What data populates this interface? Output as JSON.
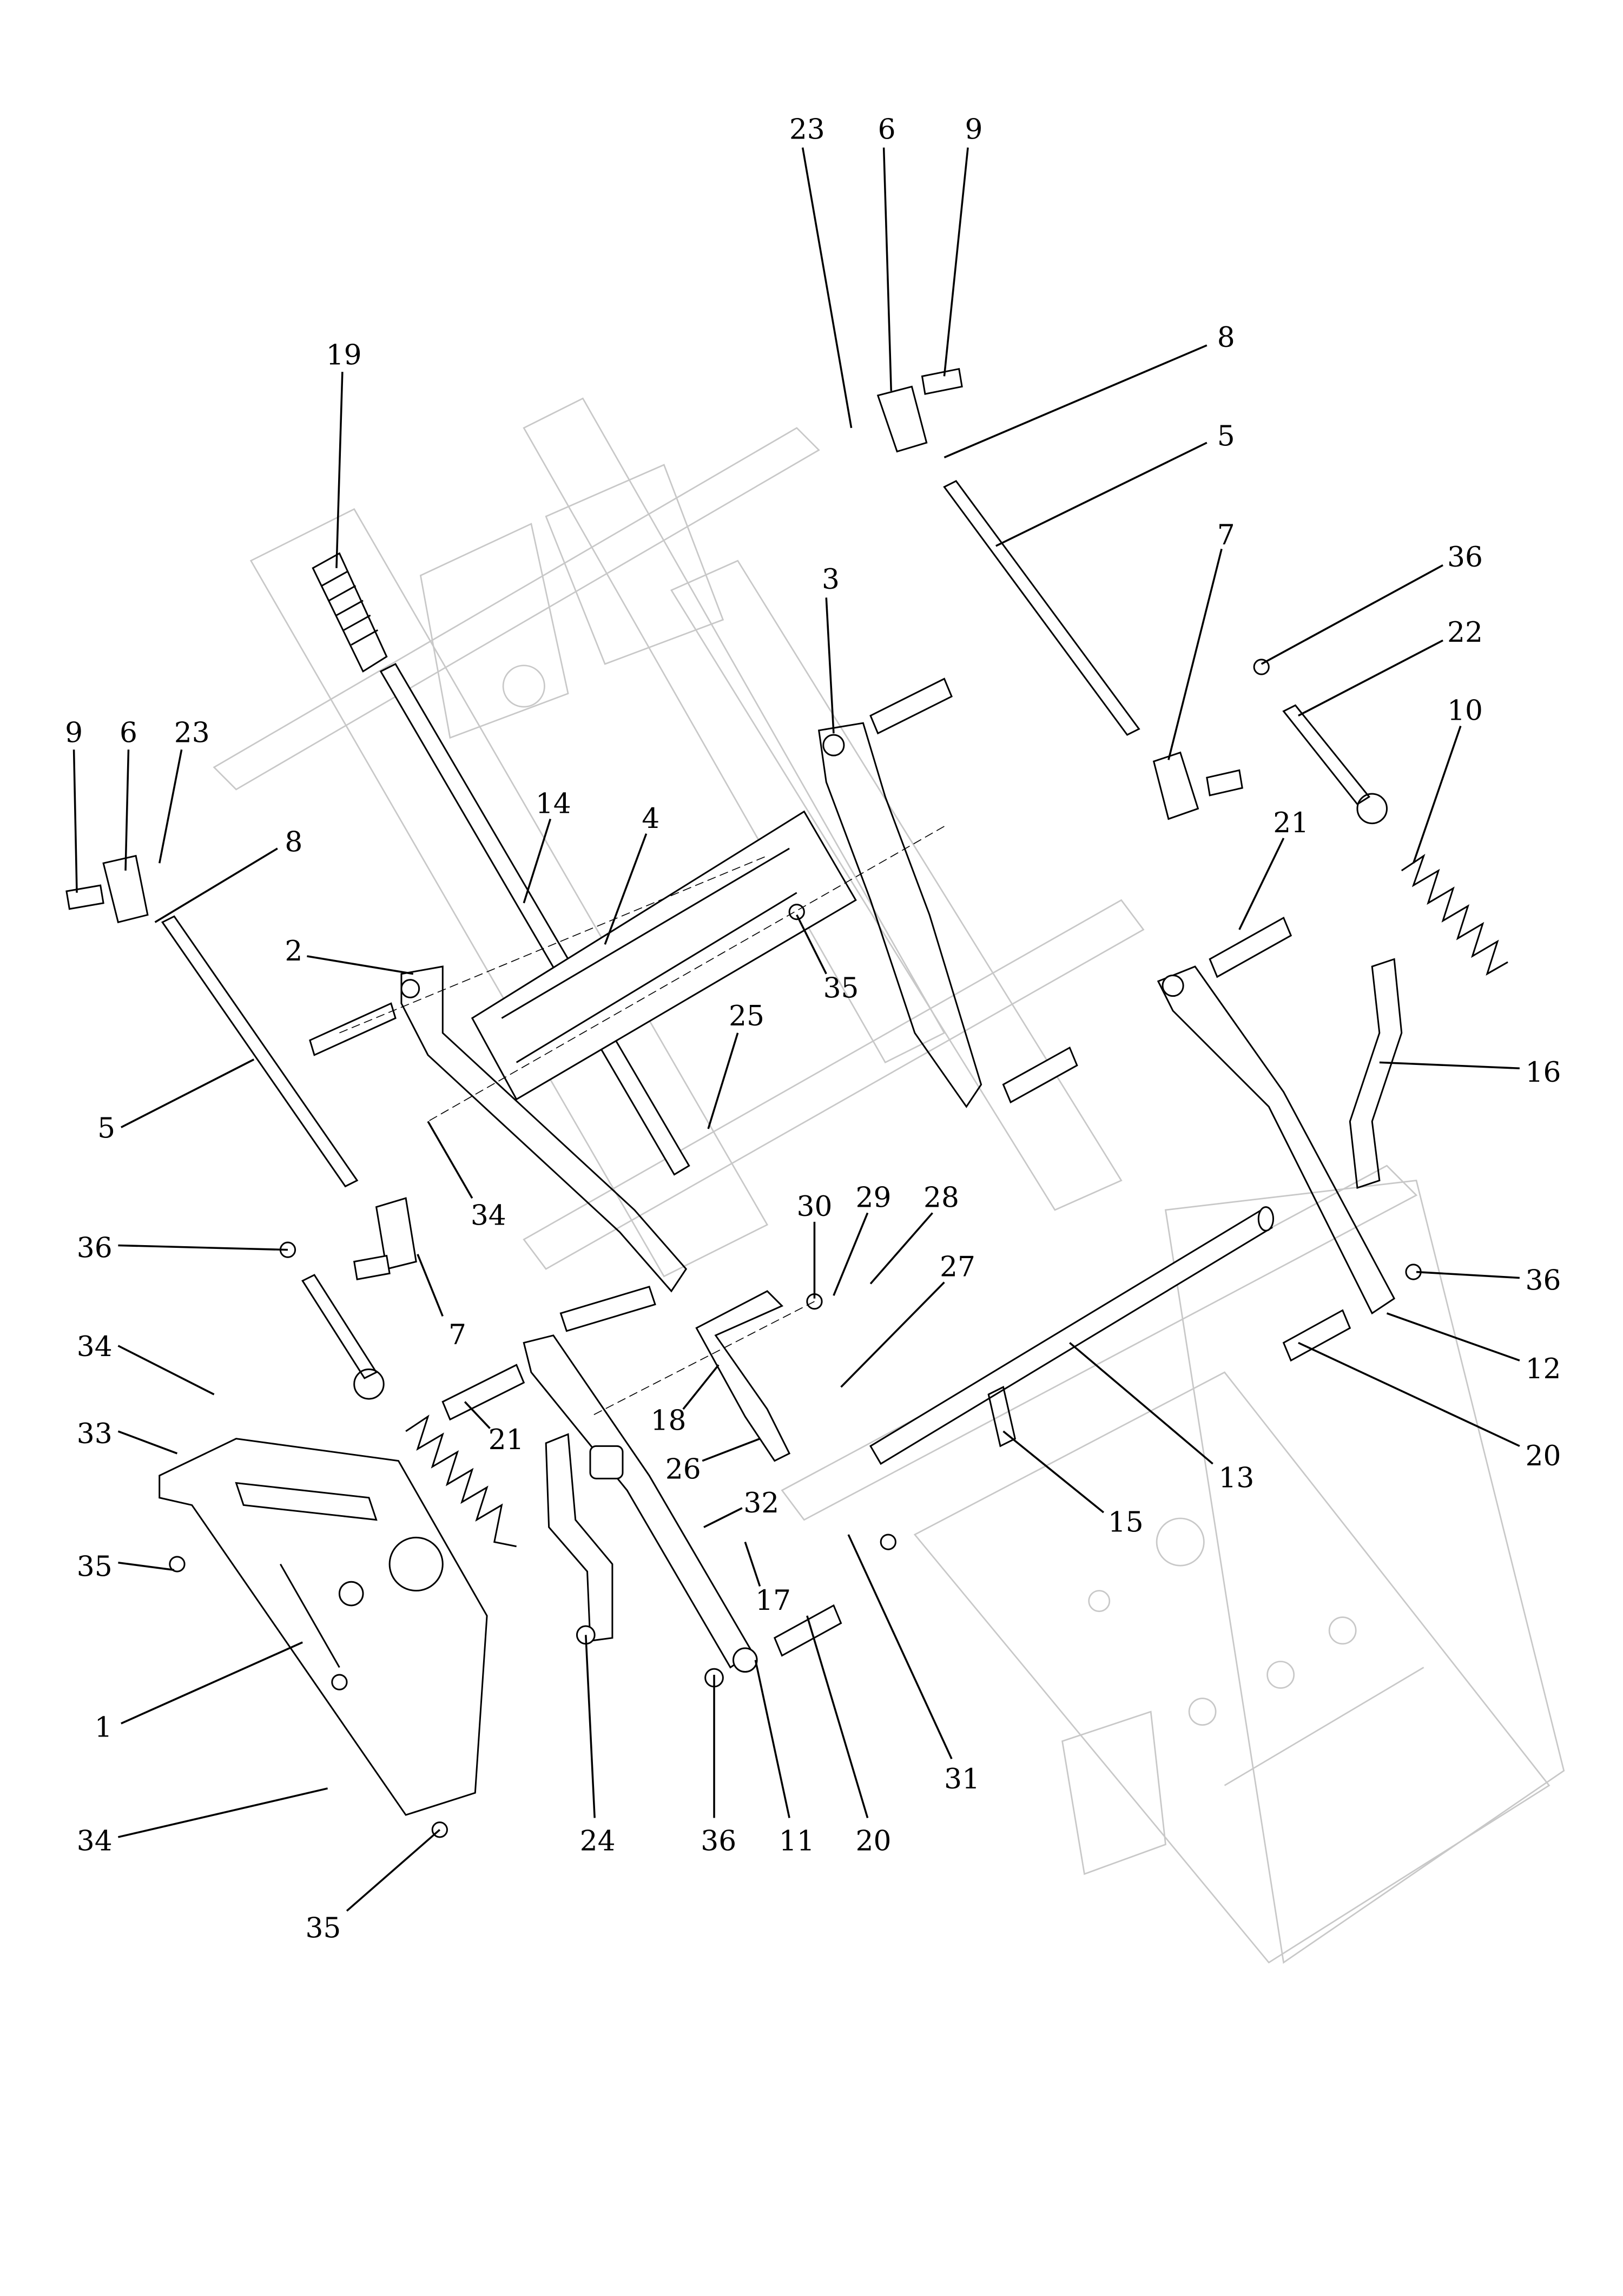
{
  "callouts": [
    "23",
    "6",
    "9",
    "8",
    "5",
    "7",
    "36",
    "22",
    "10",
    "19",
    "3",
    "14",
    "4",
    "9",
    "6",
    "23",
    "8",
    "21",
    "2",
    "35",
    "25",
    "16",
    "5",
    "34",
    "30",
    "29",
    "28",
    "36",
    "7",
    "36",
    "27",
    "34",
    "18",
    "12",
    "21",
    "26",
    "33",
    "20",
    "13",
    "32",
    "15",
    "35",
    "17",
    "1",
    "31",
    "24",
    "36",
    "11",
    "20",
    "34",
    "35"
  ]
}
